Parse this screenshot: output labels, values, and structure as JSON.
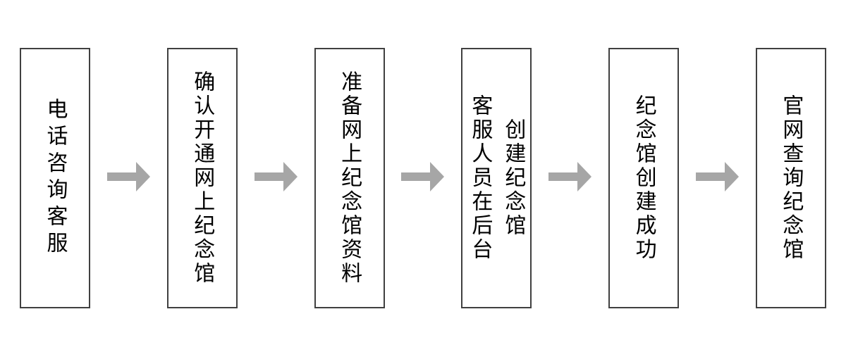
{
  "flowchart": {
    "steps": [
      {
        "label": "电话咨询客服"
      },
      {
        "label": "确认开通网上纪念馆"
      },
      {
        "label": "准备网上纪念馆资料"
      },
      {
        "label": "客服人员在后台\n创建纪念馆"
      },
      {
        "label": "纪念馆创建成功"
      },
      {
        "label": "官网查询纪念馆"
      }
    ],
    "arrow_icon": "right-arrow",
    "colors": {
      "background": "#ffffff",
      "box_border": "#404040",
      "text": "#000000",
      "arrow": "#a6a6a6"
    }
  }
}
